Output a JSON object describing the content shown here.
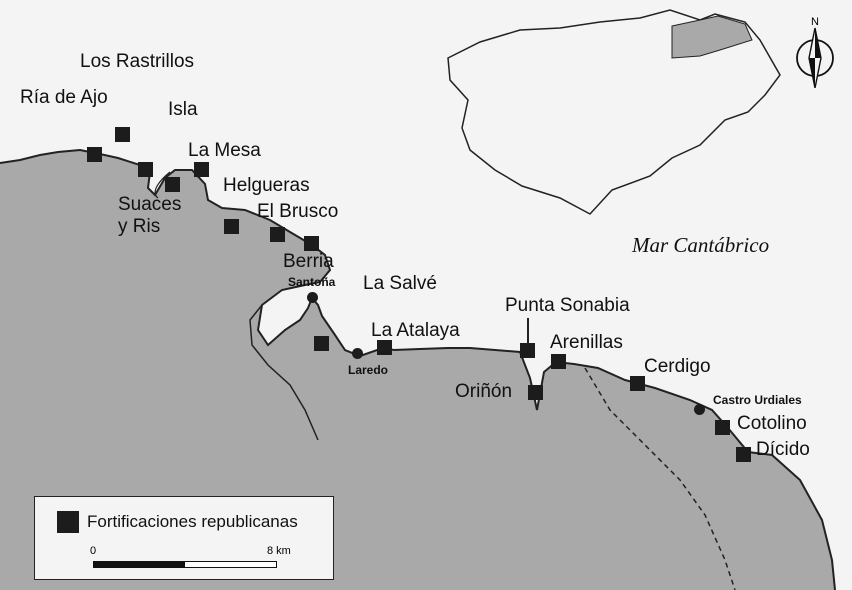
{
  "colors": {
    "land": "#a9a9a9",
    "sea": "#f4f4f4",
    "marker": "#1c1c1c",
    "coast": "#222222"
  },
  "sea_label": "Mar Cantábrico",
  "compass": {
    "north": "N"
  },
  "legend": {
    "label": "Fortificaciones republicanas",
    "scale_start": "0",
    "scale_end": "8 km"
  },
  "fortifications": [
    {
      "name": "Ría de Ajo"
    },
    {
      "name": "Los Rastrillos"
    },
    {
      "name": "Isla"
    },
    {
      "name": "Suaces y Ris"
    },
    {
      "name": "La Mesa"
    },
    {
      "name": "Helgueras"
    },
    {
      "name": "El Brusco"
    },
    {
      "name": "Berria"
    },
    {
      "name": "La Salvé"
    },
    {
      "name": "La Atalaya"
    },
    {
      "name": "Punta Sonabia"
    },
    {
      "name": "Arenillas"
    },
    {
      "name": "Oriñón"
    },
    {
      "name": "Cerdigo"
    },
    {
      "name": "Cotolino"
    },
    {
      "name": "Dícido"
    }
  ],
  "towns": [
    {
      "name": "Santoña"
    },
    {
      "name": "Laredo"
    },
    {
      "name": "Castro Urdiales"
    }
  ]
}
